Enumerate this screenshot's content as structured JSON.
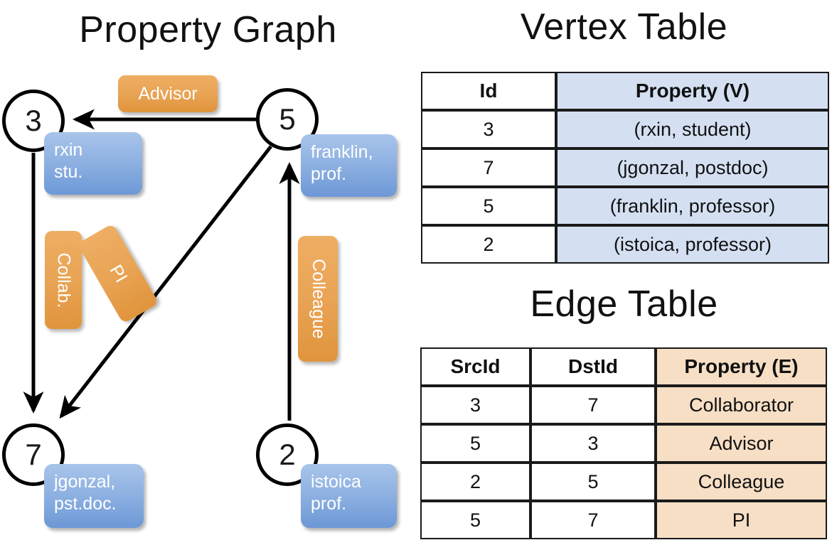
{
  "titles": {
    "property_graph": "Property Graph",
    "vertex_table": "Vertex Table",
    "edge_table": "Edge Table"
  },
  "graph": {
    "nodes": [
      {
        "id": "3",
        "label": "rxin\nstu."
      },
      {
        "id": "5",
        "label": "franklin,\nprof."
      },
      {
        "id": "7",
        "label": "jgonzal,\npst.doc."
      },
      {
        "id": "2",
        "label": "istoica\nprof."
      }
    ],
    "edge_labels": {
      "advisor": "Advisor",
      "collab": "Collab.",
      "pi": "PI",
      "colleague": "Colleague"
    }
  },
  "vertex_table": {
    "headers": [
      "Id",
      "Property (V)"
    ],
    "rows": [
      {
        "id": "3",
        "property": "(rxin, student)"
      },
      {
        "id": "7",
        "property": "(jgonzal, postdoc)"
      },
      {
        "id": "5",
        "property": "(franklin, professor)"
      },
      {
        "id": "2",
        "property": "(istoica, professor)"
      }
    ]
  },
  "edge_table": {
    "headers": [
      "SrcId",
      "DstId",
      "Property (E)"
    ],
    "rows": [
      {
        "src": "3",
        "dst": "7",
        "property": "Collaborator"
      },
      {
        "src": "5",
        "dst": "3",
        "property": "Advisor"
      },
      {
        "src": "2",
        "dst": "5",
        "property": "Colleague"
      },
      {
        "src": "5",
        "dst": "7",
        "property": "PI"
      }
    ]
  },
  "colors": {
    "vertex_property_fill": "#d4e0f2",
    "edge_property_fill": "#f7dfc5",
    "node_box_blue": "#8fb2e2",
    "edge_label_orange": "#e9a455",
    "stroke": "#000000"
  }
}
